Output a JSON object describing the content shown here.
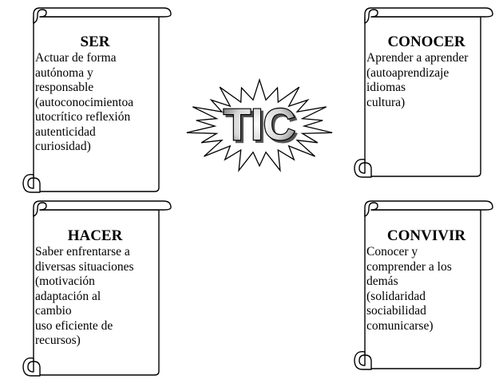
{
  "center": {
    "label": "TIC"
  },
  "scrolls": {
    "ser": {
      "title": "SER",
      "lines": [
        "Actuar de forma",
        "autónoma y",
        "responsable",
        "(autoconocimientoa",
        "utocrítico reflexión",
        "autenticidad",
        "curiosidad)"
      ]
    },
    "conocer": {
      "title": "CONOCER",
      "lines": [
        "Aprender a aprender",
        "(autoaprendizaje",
        "idiomas",
        "cultura)"
      ]
    },
    "hacer": {
      "title": "HACER",
      "lines": [
        "Saber enfrentarse a",
        "diversas situaciones",
        "(motivación",
        "adaptación al",
        "cambio",
        "uso eficiente de",
        "recursos)"
      ]
    },
    "convivir": {
      "title": "CONVIVIR",
      "lines": [
        "Conocer y",
        "comprender a los",
        "demás",
        "(solidaridad",
        "sociabilidad",
        "comunicarse)"
      ]
    }
  }
}
